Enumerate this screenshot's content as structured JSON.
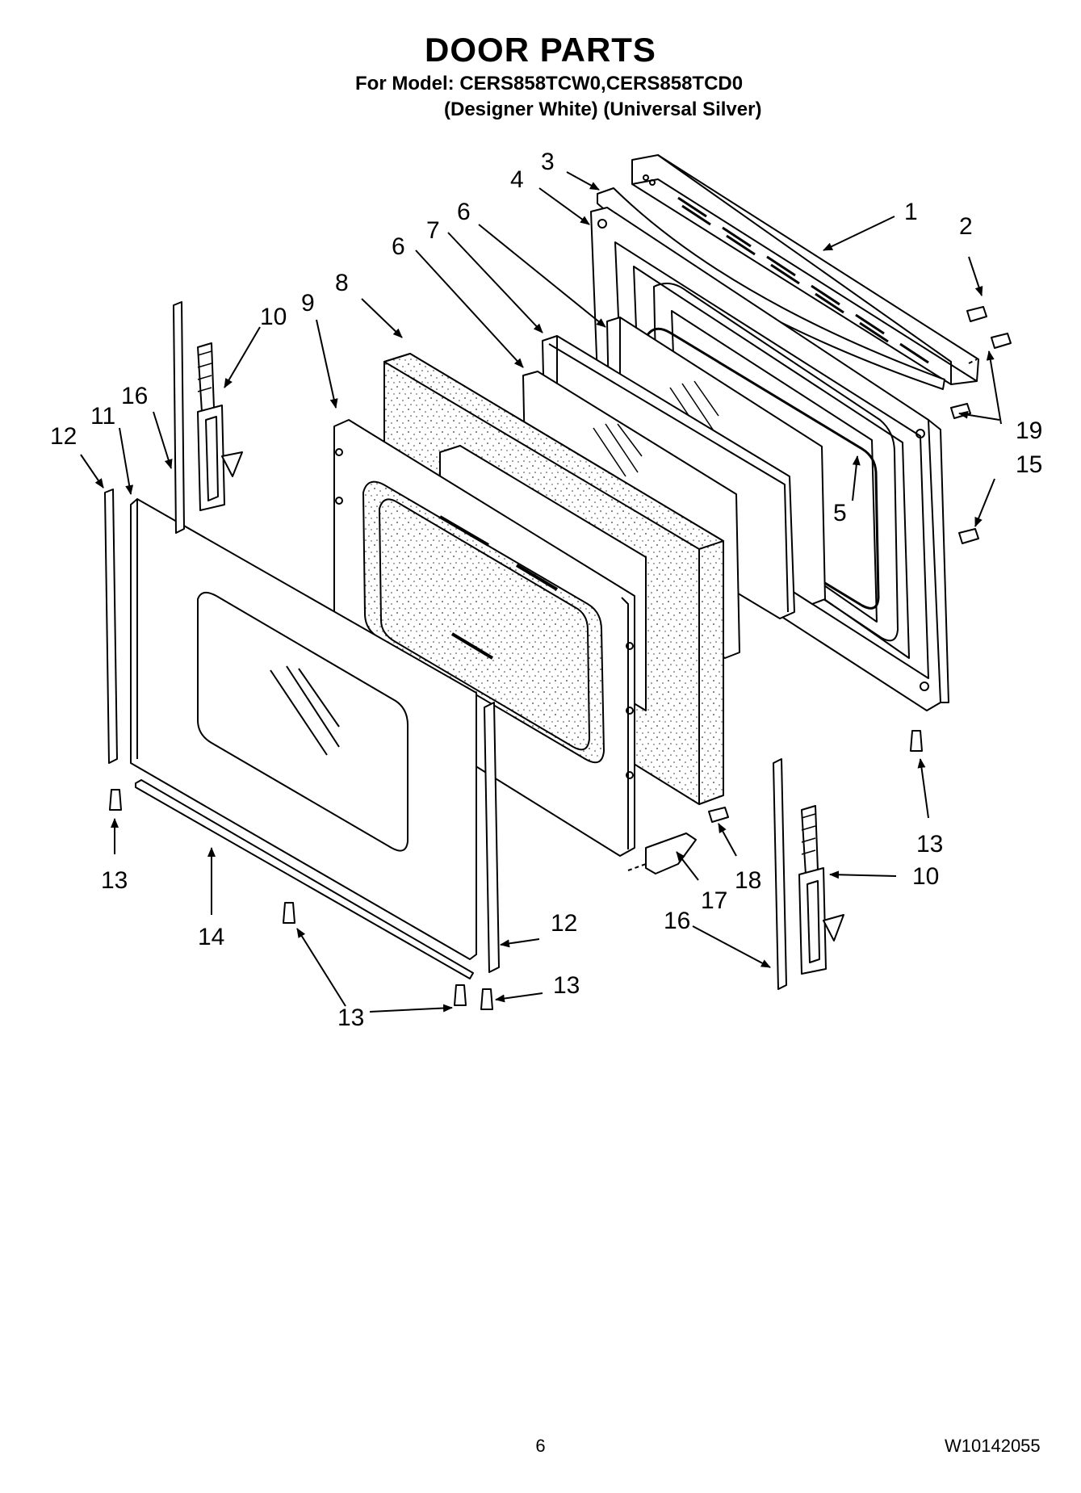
{
  "header": {
    "title": "DOOR PARTS",
    "model_line": "For Model: CERS858TCW0,CERS858TCD0",
    "variant_line": "(Designer White) (Universal Silver)"
  },
  "callouts": {
    "p1": "1",
    "p2": "2",
    "p3": "3",
    "p4": "4",
    "p5": "5",
    "p6a": "6",
    "p6b": "6",
    "p7": "7",
    "p8": "8",
    "p9": "9",
    "p10a": "10",
    "p10b": "10",
    "p11": "11",
    "p12a": "12",
    "p12b": "12",
    "p13a": "13",
    "p13b": "13",
    "p13c": "13",
    "p13d": "13",
    "p14": "14",
    "p15": "15",
    "p16a": "16",
    "p16b": "16",
    "p17": "17",
    "p18": "18",
    "p19": "19"
  },
  "footer": {
    "page_number": "6",
    "doc_number": "W10142055"
  }
}
